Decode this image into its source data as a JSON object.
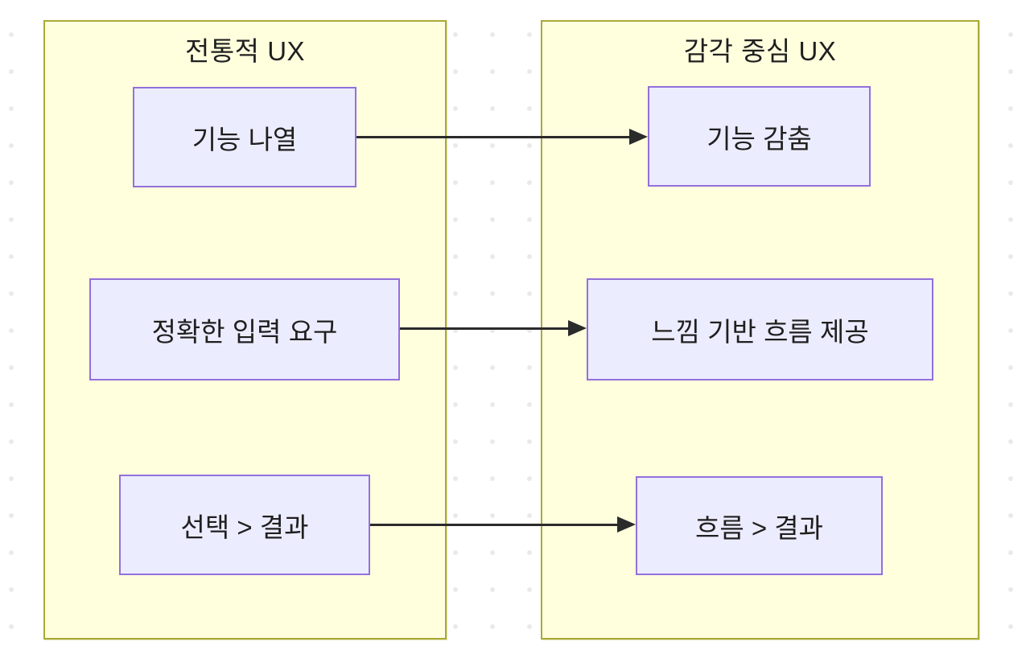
{
  "diagram": {
    "type": "comparison-flowchart",
    "left_panel": {
      "title": "전통적 UX",
      "nodes": [
        "기능 나열",
        "정확한 입력 요구",
        "선택 > 결과"
      ]
    },
    "right_panel": {
      "title": "감각 중심 UX",
      "nodes": [
        "기능 감춤",
        "느낌 기반 흐름 제공",
        "흐름 > 결과"
      ]
    },
    "mappings": [
      {
        "from": "기능 나열",
        "to": "기능 감춤"
      },
      {
        "from": "정확한 입력 요구",
        "to": "느낌 기반 흐름 제공"
      },
      {
        "from": "선택 > 결과",
        "to": "흐름 > 결과"
      }
    ],
    "colors": {
      "background": "#ffffff",
      "background_dot": "#e9e9e9",
      "panel_fill": "#ffffde",
      "panel_border": "#aaaa33",
      "node_fill": "#ececff",
      "node_border": "#9370db",
      "arrow": "#2b2b2b",
      "text": "#1f1f1f"
    }
  }
}
